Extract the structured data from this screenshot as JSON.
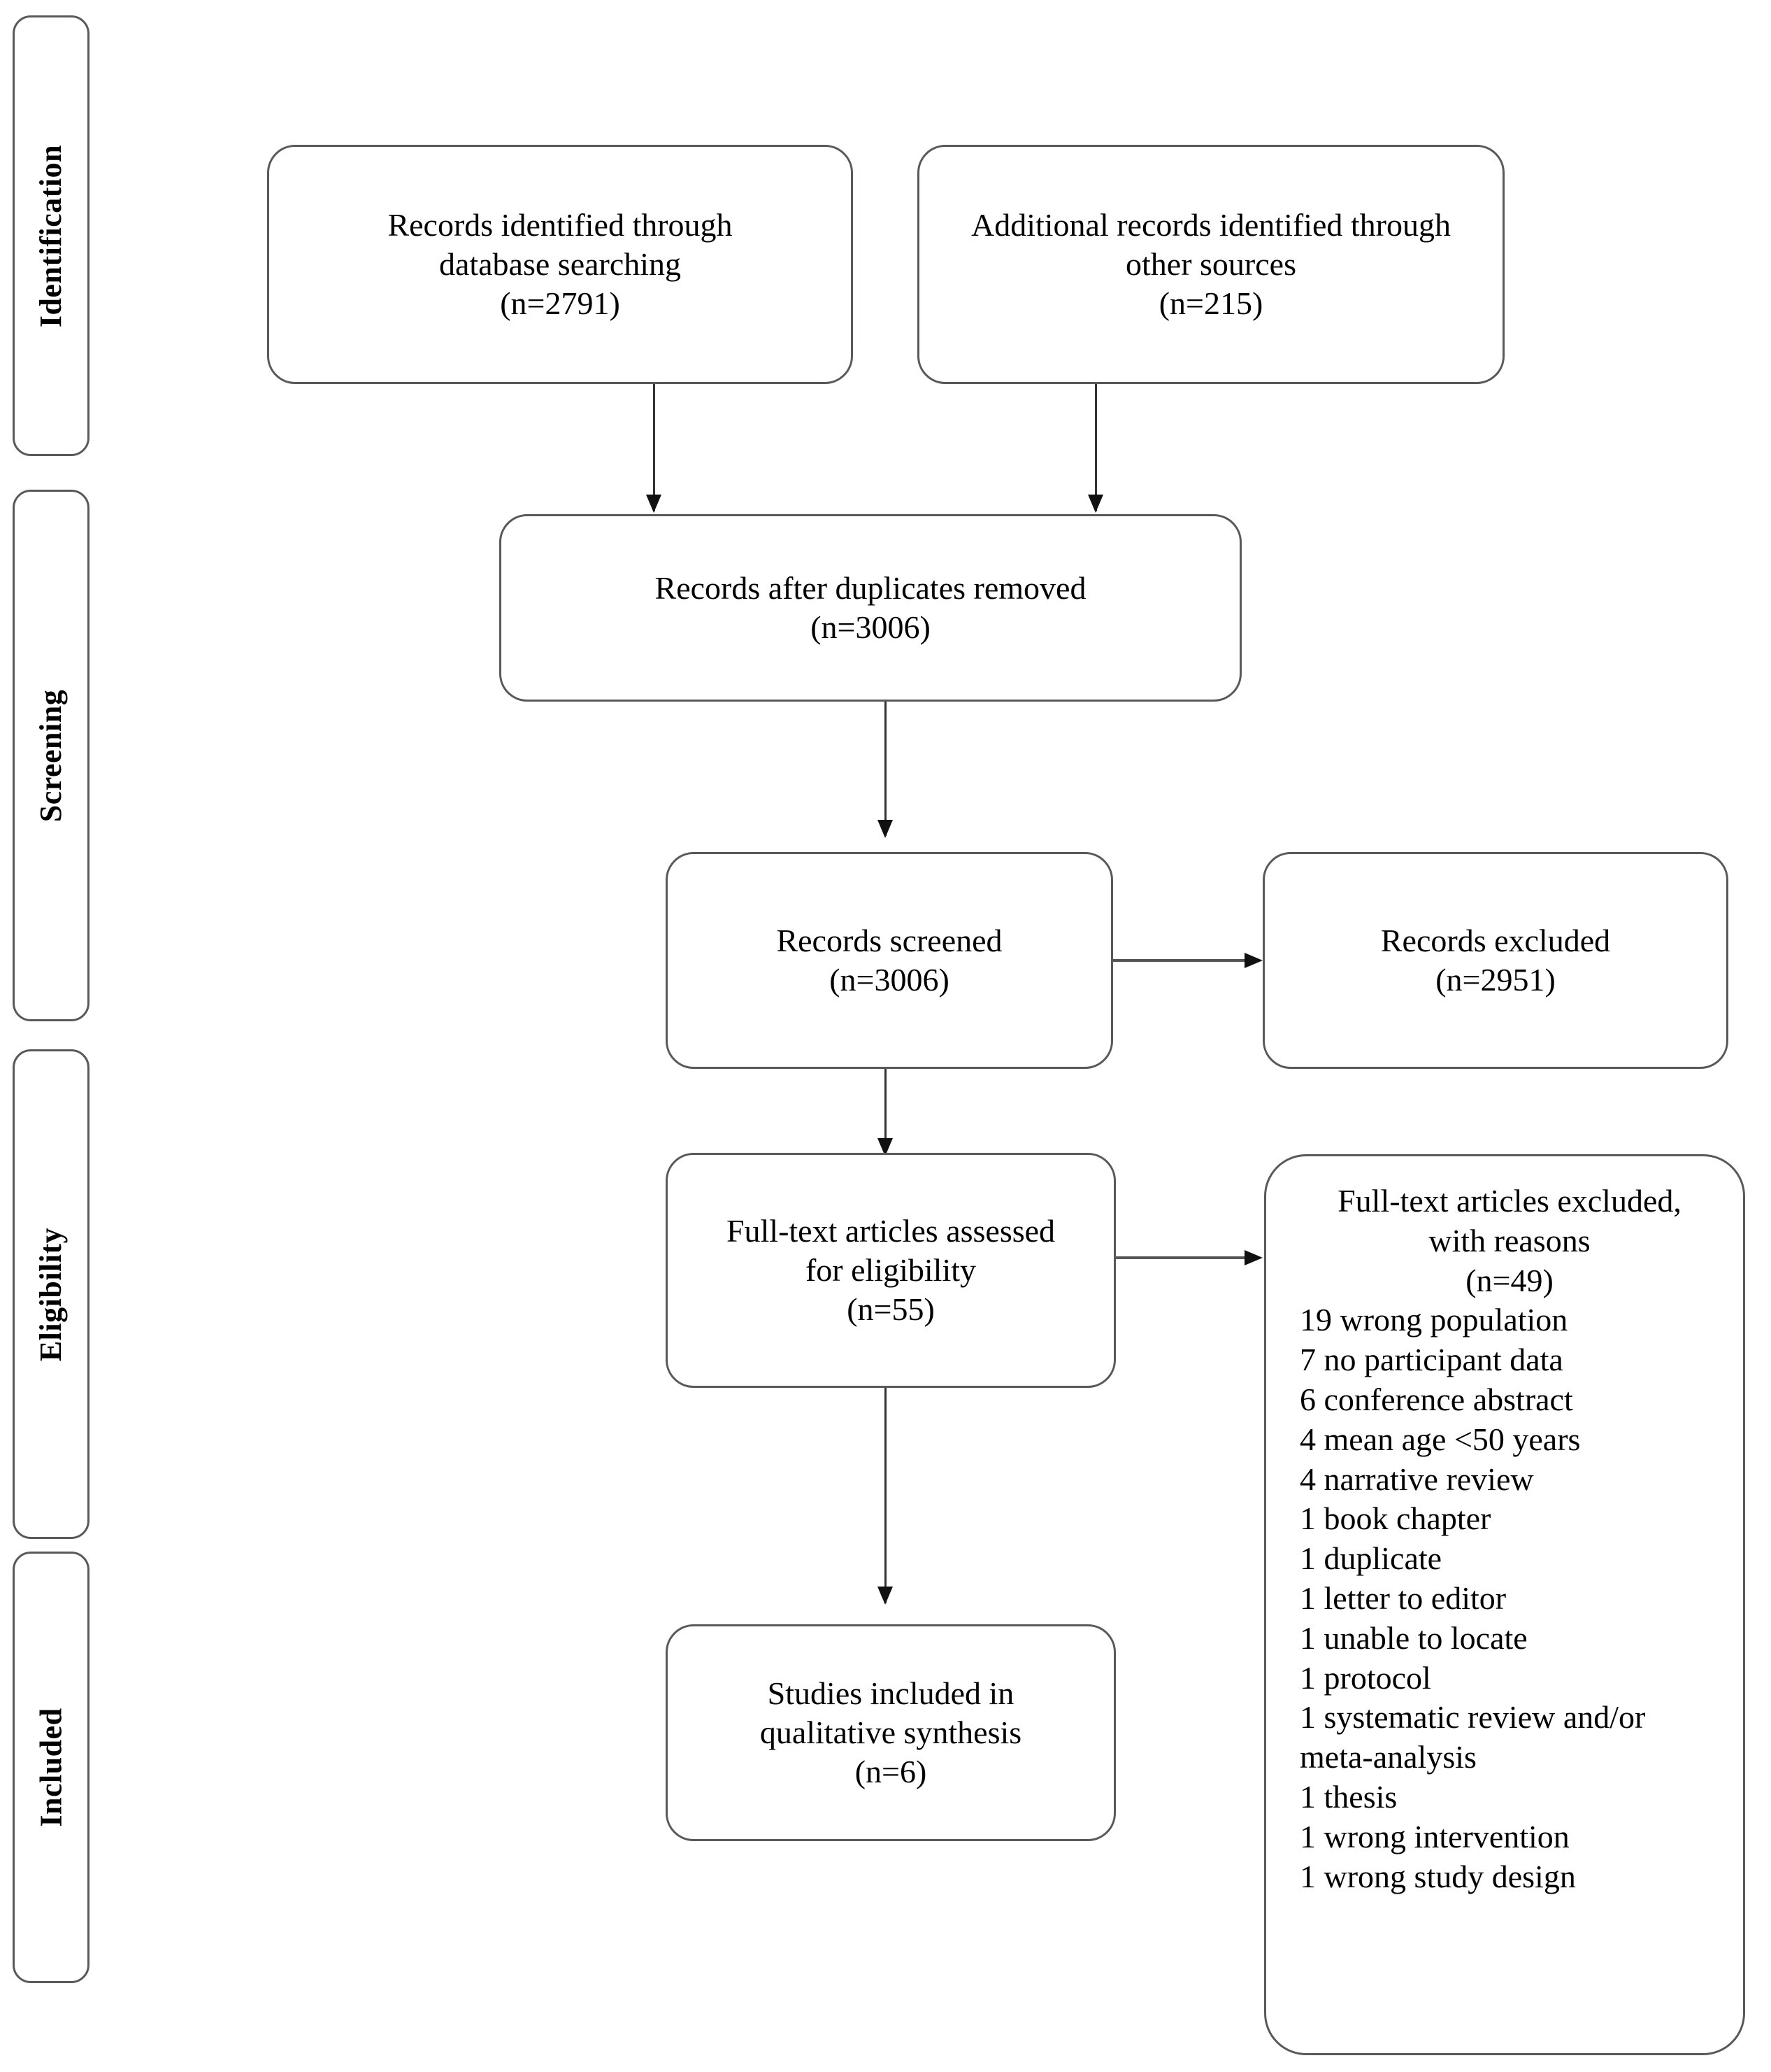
{
  "diagram": {
    "type": "PRISMA flow diagram",
    "stages": [
      {
        "key": "identification",
        "label": "Identification"
      },
      {
        "key": "screening",
        "label": "Screening"
      },
      {
        "key": "eligibility",
        "label": "Eligibility"
      },
      {
        "key": "included",
        "label": "Included"
      }
    ],
    "boxes": {
      "records_identified_database": {
        "lines": [
          "Records identified through",
          "database searching",
          "(n=2791)"
        ],
        "count": 2791
      },
      "records_identified_other": {
        "lines": [
          "Additional records identified through",
          "other sources",
          "(n=215)"
        ],
        "count": 215
      },
      "records_after_duplicates": {
        "lines": [
          "Records after duplicates removed",
          "(n=3006)"
        ],
        "count": 3006
      },
      "records_screened": {
        "lines": [
          "Records screened",
          "(n=3006)"
        ],
        "count": 3006
      },
      "records_excluded": {
        "lines": [
          "Records excluded",
          "(n=2951)"
        ],
        "count": 2951
      },
      "fulltext_assessed": {
        "lines": [
          "Full-text articles assessed",
          "for eligibility",
          "(n=55)"
        ],
        "count": 55
      },
      "fulltext_excluded": {
        "header_lines": [
          "Full-text articles excluded,",
          "with reasons",
          "(n=49)"
        ],
        "count": 49,
        "reasons": [
          "19 wrong population",
          "7 no participant data",
          "6 conference abstract",
          "4 mean age <50 years",
          "4 narrative review",
          "1 book chapter",
          "1 duplicate",
          "1 letter to editor",
          "1 unable to locate",
          "1 protocol",
          "1 systematic review and/or meta-analysis",
          "1 thesis",
          "1 wrong intervention",
          "1 wrong study design"
        ]
      },
      "studies_included": {
        "lines": [
          "Studies included in",
          "qualitative synthesis",
          "(n=6)"
        ],
        "count": 6
      }
    },
    "colors": {
      "border": "#58595b",
      "text": "#000000",
      "connector": "#333333",
      "background": "#ffffff"
    }
  }
}
